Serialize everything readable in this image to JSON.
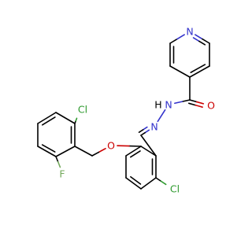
{
  "colors": {
    "carbon_bond": "#000000",
    "nitrogen": "#3333cc",
    "oxygen": "#cc0000",
    "chlorine": "#2e9a2e",
    "fluorine": "#72a85a",
    "hydrogen": "#000000",
    "background": "#ffffff"
  },
  "atoms": {
    "pyridine_n": {
      "symbol": "N",
      "element": "nitrogen"
    },
    "carbonyl_o": {
      "symbol": "O",
      "element": "oxygen"
    },
    "amide_n": {
      "symbol": "N",
      "element": "nitrogen"
    },
    "amide_h": {
      "symbol": "H",
      "element": "hydrogen"
    },
    "imine_n": {
      "symbol": "N",
      "element": "nitrogen"
    },
    "ether_o": {
      "symbol": "O",
      "element": "oxygen"
    },
    "ring_cl": {
      "symbol": "Cl",
      "element": "chlorine"
    },
    "benzyl_cl": {
      "symbol": "Cl",
      "element": "chlorine"
    },
    "benzyl_f": {
      "symbol": "F",
      "element": "fluorine"
    }
  }
}
